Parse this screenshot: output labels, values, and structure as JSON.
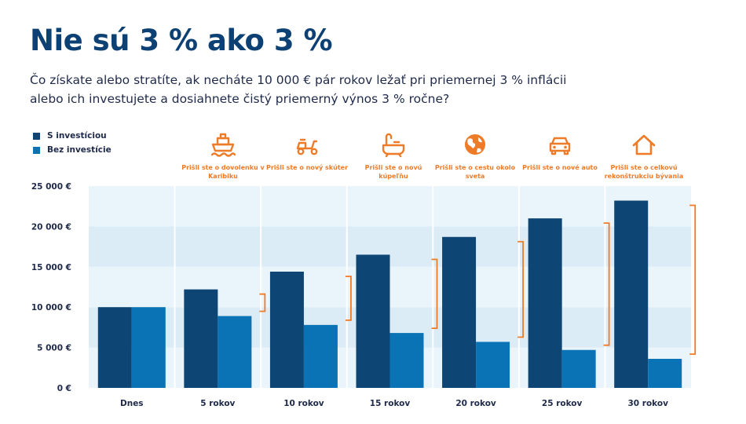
{
  "title": "Nie sú 3 % ako 3 %",
  "subtitle_lines": [
    "Čo získate alebo stratíte, ak necháte 10 000 € pár rokov ležať pri priemernej 3 % inflácii",
    "alebo ich investujete a dosiahnete čistý priemerný výnos 3 % ročne?"
  ],
  "colors": {
    "title": "#0d4174",
    "invest": "#0d4574",
    "noinvest": "#0a73b5",
    "accent": "#ee7b27"
  },
  "legend": {
    "invest_label": "S investíciou",
    "noinvest_label": "Bez investície"
  },
  "milestones": [
    {
      "icon": "ship-icon",
      "text": "Prišli ste o dovolenku v Karibiku"
    },
    {
      "icon": "scooter-icon",
      "text": "Prišli ste o nový skúter"
    },
    {
      "icon": "bathtub-icon",
      "text": "Prišli ste o novú kúpeľňu"
    },
    {
      "icon": "globe-icon",
      "text": "Prišli ste o cestu okolo sveta"
    },
    {
      "icon": "car-icon",
      "text": "Prišli ste o nové auto"
    },
    {
      "icon": "house-icon",
      "text": "Prišli ste o celkovú rekonštrukciu bývania"
    }
  ],
  "chart_data": {
    "type": "bar",
    "categories": [
      "Dnes",
      "5 rokov",
      "10 rokov",
      "15 rokov",
      "20 rokov",
      "25 rokov",
      "30 rokov"
    ],
    "series": [
      {
        "name": "S investíciou",
        "values": [
          10000,
          12200,
          14400,
          16500,
          18700,
          21000,
          23200
        ]
      },
      {
        "name": "Bez investície",
        "values": [
          10000,
          8900,
          7800,
          6800,
          5700,
          4700,
          3600
        ]
      }
    ],
    "ylim": [
      0,
      25000
    ],
    "yticks": [
      0,
      5000,
      10000,
      15000,
      20000,
      25000
    ],
    "ytick_labels": [
      "0 €",
      "5 000 €",
      "10 000 €",
      "15 000 €",
      "20 000 €",
      "25 000 €"
    ],
    "legend_position": "top-left",
    "grid": false
  }
}
